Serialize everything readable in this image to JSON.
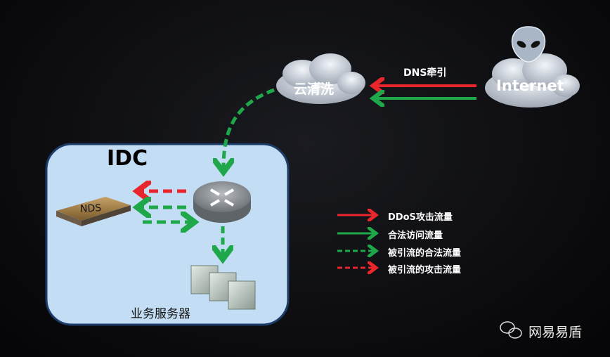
{
  "idc": {
    "title": "IDC",
    "nds_label": "NDS",
    "servers_label": "业务服务器"
  },
  "cloud_scrub": {
    "label": "云清洗"
  },
  "internet": {
    "label": "Internet"
  },
  "dns_label": "DNS牵引",
  "legend": [
    {
      "label": "DDoS攻击流量",
      "color": "#e8262b",
      "style": "solid"
    },
    {
      "label": "合法访问流量",
      "color": "#1fa84a",
      "style": "solid"
    },
    {
      "label": "被引流的合法流量",
      "color": "#1fa84a",
      "style": "dashed"
    },
    {
      "label": "被引流的攻击流量",
      "color": "#e8262b",
      "style": "dashed"
    }
  ],
  "watermark": "网易易盾"
}
